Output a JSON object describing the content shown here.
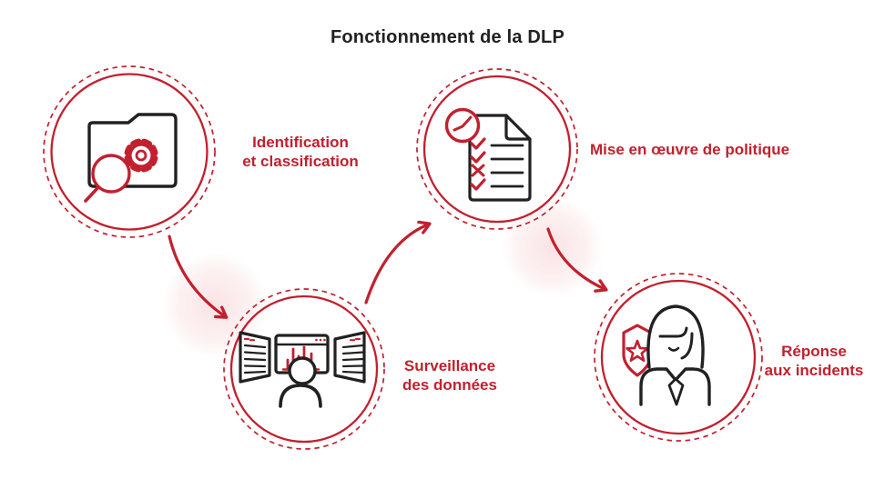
{
  "title": "Fonctionnement de la DLP",
  "colors": {
    "accent": "#c2202e",
    "ink": "#212121"
  },
  "steps": [
    {
      "id": "identification",
      "icon": "folder-search-gear-icon",
      "lines": [
        "Identification",
        "et classification"
      ]
    },
    {
      "id": "surveillance",
      "icon": "data-monitoring-icon",
      "lines": [
        "Surveillance",
        "des données"
      ]
    },
    {
      "id": "politique",
      "icon": "policy-checklist-icon",
      "lines": [
        "Mise en œuvre de politique"
      ]
    },
    {
      "id": "incidents",
      "icon": "incident-response-agent-icon",
      "lines": [
        "Réponse",
        "aux incidents"
      ]
    }
  ]
}
